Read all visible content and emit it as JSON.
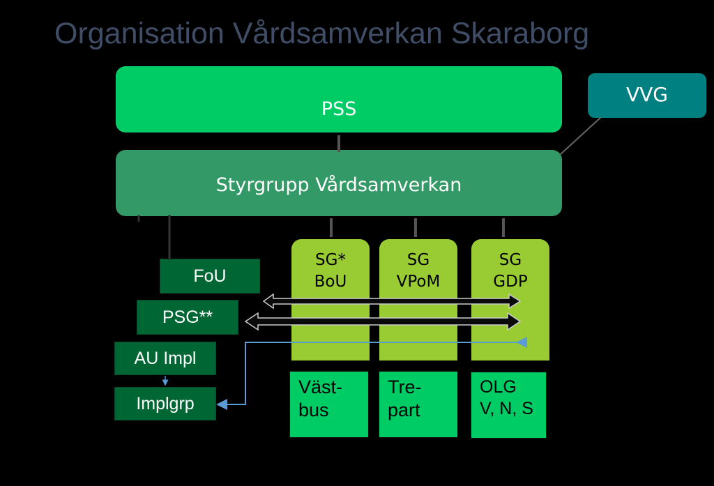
{
  "title": "Organisation Vårdsamverkan Skaraborg",
  "boxes": {
    "pss": "PSS",
    "styrgrupp": "Styrgrupp Vårdsamverkan",
    "vvg": "VVG",
    "fou": "FoU",
    "psg": "PSG**",
    "au_impl": "AU Impl",
    "implgrp": "Implgrp"
  },
  "sg": [
    {
      "line1": "SG*",
      "line2": "BoU"
    },
    {
      "line1": "SG",
      "line2": "VPoM"
    },
    {
      "line1": "SG",
      "line2": "GDP"
    }
  ],
  "sub": [
    {
      "line1": "Väst-",
      "line2": "bus"
    },
    {
      "line1": "Tre-",
      "line2": "part"
    },
    {
      "line1": "OLG",
      "line2": "V, N, S"
    }
  ],
  "colors": {
    "background": "#000000",
    "title": "#3F4D66",
    "pss": "#00CC66",
    "styrgrupp": "#339966",
    "vvg": "#008080",
    "dark_green": "#006633",
    "sg": "#99CC33",
    "sub": "#00CC66",
    "connector_blue": "#5B9BD5"
  }
}
